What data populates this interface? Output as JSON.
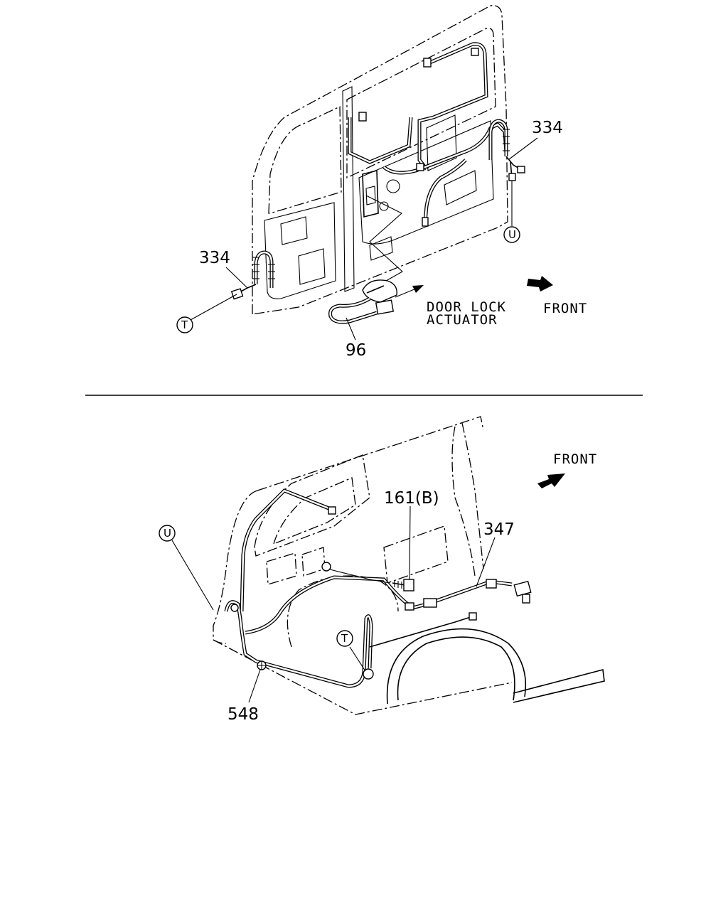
{
  "top_view": {
    "callout_harness_left": "334",
    "callout_harness_right": "334",
    "callout_actuator_harness": "96",
    "door_lock_label_line1": "DOOR LOCK",
    "door_lock_label_line2": "ACTUATOR",
    "front_label": "FRONT",
    "connector_t": "T",
    "connector_u": "U"
  },
  "bottom_view": {
    "callout_bolt": "161(B)",
    "callout_harness": "347",
    "callout_clip": "548",
    "front_label": "FRONT",
    "connector_t": "T",
    "connector_u": "U"
  }
}
